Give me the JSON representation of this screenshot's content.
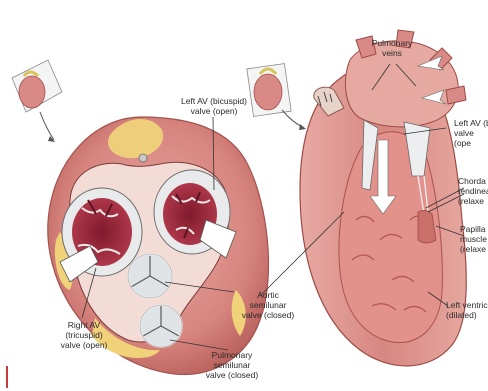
{
  "labels": {
    "left_av_valve_open": "Left AV (bicuspid)\nvalve (open)",
    "aortic_semilunar_closed": "Aortic\nsemilunar\nvalve (closed)",
    "right_av_valve_open": "Right AV\n(tricuspid)\nvalve (open)",
    "pulmonary_semilunar_closed": "Pulmonary\nsemilunar\nvalve (closed)",
    "pulmonary_veins": "Pulmonary\nveins",
    "left_av_valve_open_cropped": "Left AV (bic\nvalve\n(ope",
    "chordae_tendineae": "Chorda\ntendinea\n(relaxe",
    "papillary_muscles": "Papilla\nmuscle\n(relaxe",
    "left_ventricle_dilated": "Left ventrick\n(dilated)"
  },
  "colors": {
    "muscle": "#d98a86",
    "muscle_dark": "#b8524f",
    "fat": "#f0d27a",
    "valve_white": "#eef0f2",
    "cavity": "#9c2438",
    "leader": "#333333"
  }
}
